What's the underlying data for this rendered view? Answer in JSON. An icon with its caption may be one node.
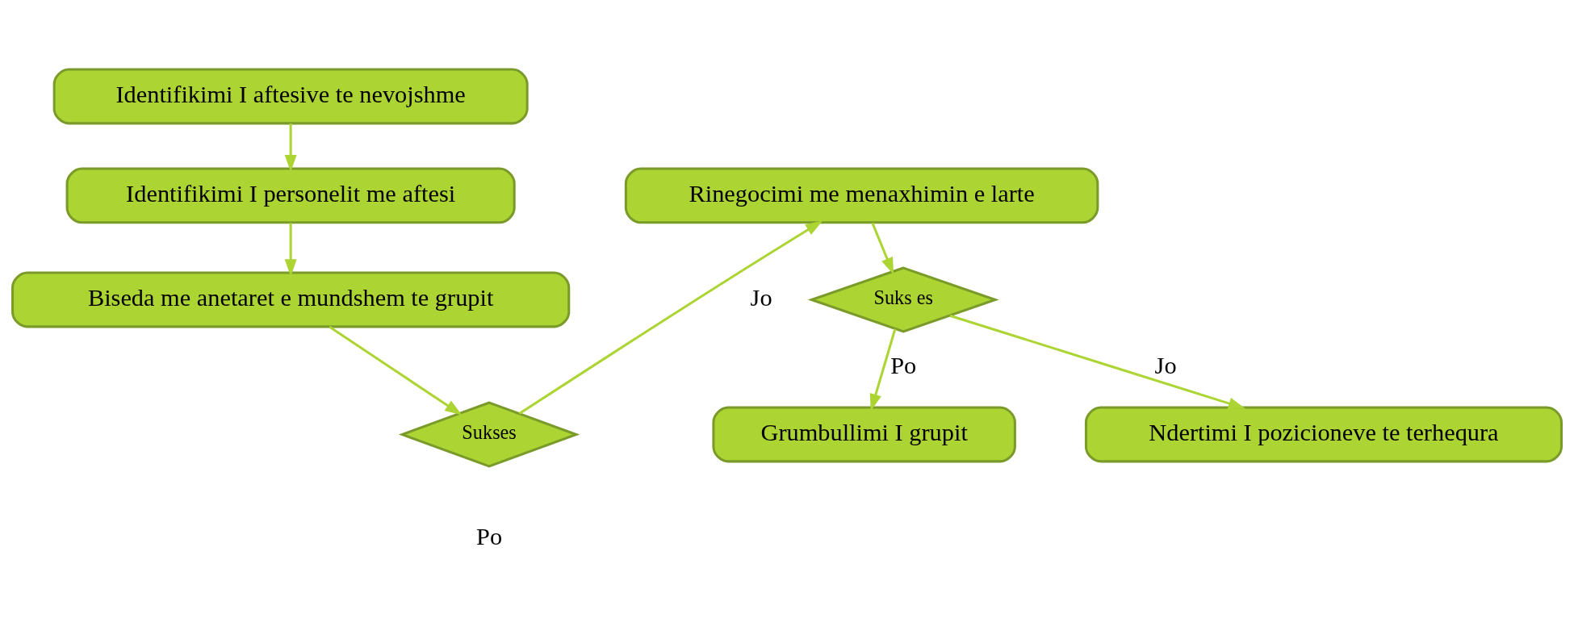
{
  "diagram": {
    "nodes": [
      {
        "text": [
          "Identifikimi I aftesive te nevojshme"
        ]
      },
      {
        "text": [
          "Identifikimi I personelit me aftesi"
        ]
      },
      {
        "text": [
          "Biseda me anetaret e mundshem te grupit"
        ]
      },
      {
        "text": [
          "Sukses"
        ]
      },
      {
        "text": [
          "Rinegocimi me menaxhimin e larte"
        ]
      },
      {
        "text": [
          "Suks es"
        ]
      },
      {
        "text": [
          "Grumbullimi I grupit"
        ]
      },
      {
        "text": [
          "Ndertimi I pozicioneve te terhequra"
        ]
      }
    ],
    "edges": [
      {
        "from": 0,
        "to": 1,
        "arrow": "to"
      },
      {
        "from": 1,
        "to": 2,
        "arrow": "to"
      },
      {
        "from": 2,
        "to": 3,
        "arrow": "to"
      },
      {
        "from": 3,
        "to": 4,
        "arrow": "to",
        "label": "Jo"
      },
      {
        "from": 4,
        "to": 5,
        "arrow": "to"
      },
      {
        "from": 5,
        "to": 6,
        "arrow": "to",
        "label": "Po"
      },
      {
        "from": 5,
        "to": 7,
        "arrow": "to",
        "label": "Jo"
      }
    ],
    "labels": [
      "Po"
    ]
  }
}
